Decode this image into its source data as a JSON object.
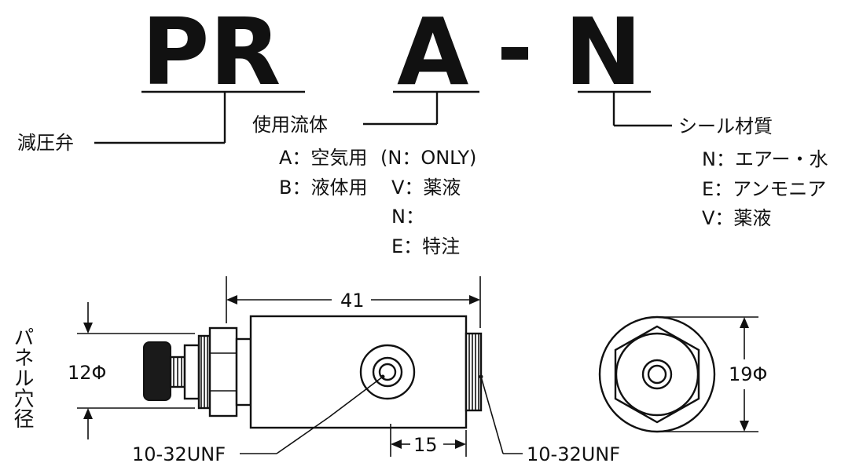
{
  "code": {
    "part1": "PR",
    "part2": "A",
    "dash": "-",
    "part3": "N"
  },
  "labels": {
    "reducer": "減圧弁",
    "fluid_title": "使用流体",
    "fluid_a": "A：空気用",
    "fluid_a_note": "(N：ONLY)",
    "fluid_b": "B：液体用",
    "fluid_b_v": "V：薬液",
    "fluid_b_n": "N：",
    "fluid_b_e": "E：特注",
    "seal_title": "シール材質",
    "seal_n": "N：エアー・水",
    "seal_e": "E：アンモニア",
    "seal_v": "V：薬液"
  },
  "dimensions": {
    "length": "41",
    "offset": "15",
    "panel_hole_diameter": "12Φ",
    "body_diameter": "19Φ",
    "panel_hole_label": "パネル穴径",
    "port_left": "10-32UNF",
    "port_right": "10-32UNF"
  }
}
